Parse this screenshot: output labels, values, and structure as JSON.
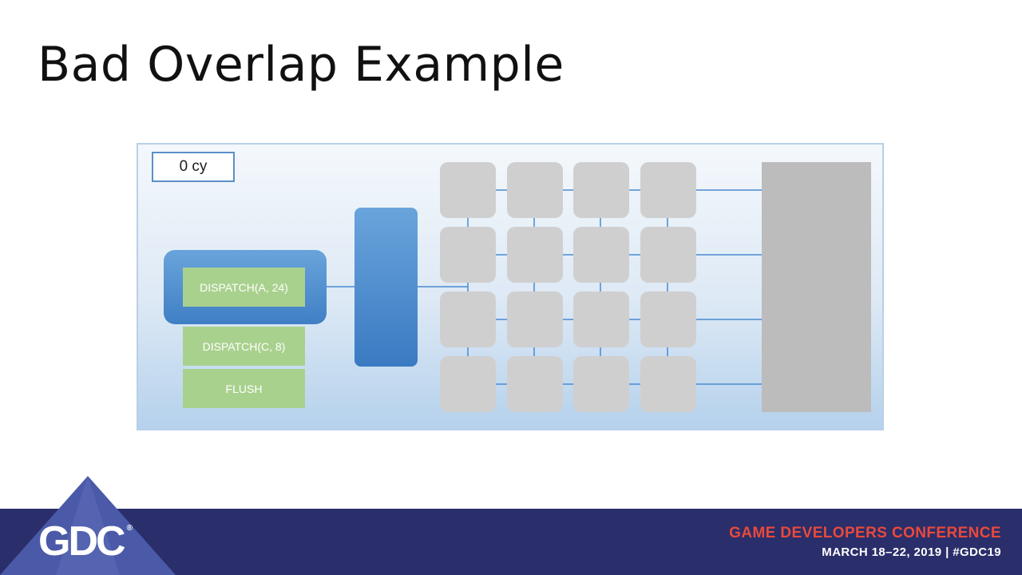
{
  "slide": {
    "title": "Bad Overlap Example"
  },
  "diagram": {
    "cycle_counter": "0 cy",
    "commands": [
      "DISPATCH(A, 24)",
      "DISPATCH(C, 8)",
      "FLUSH"
    ],
    "compute_unit_grid": {
      "rows": 4,
      "columns": 4
    },
    "colors": {
      "command": "#a9d18e",
      "queue_and_scheduler": "#4a8ad0",
      "compute_unit": "#d0cfd0",
      "memory_block": "#bcbcbc",
      "wire": "#4a8ad0"
    }
  },
  "footer": {
    "logo_text": "GDC",
    "logo_mark": "®",
    "conference_name": "GAME DEVELOPERS CONFERENCE",
    "conference_dates": "MARCH 18–22, 2019  |  #GDC19",
    "colors": {
      "band": "#2a2e6a",
      "conference_name": "#e9493b",
      "triangle": "#4a5aa8"
    }
  }
}
